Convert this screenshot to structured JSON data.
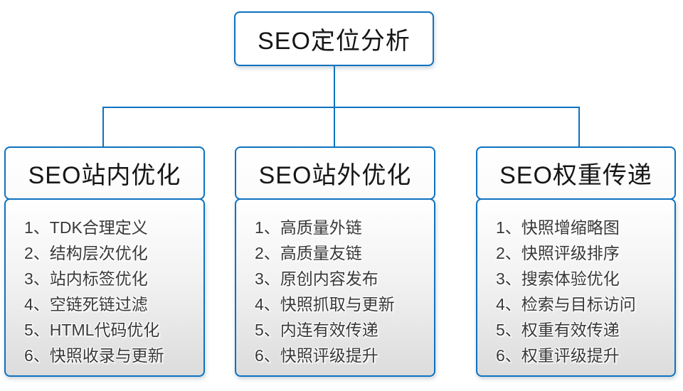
{
  "root": {
    "title": "SEO定位分析"
  },
  "columns": [
    {
      "title": "SEO站内优化",
      "items": [
        "1、TDK合理定义",
        "2、结构层次优化",
        "3、站内标签优化",
        "4、空链死链过滤",
        "5、HTML代码优化",
        "6、快照收录与更新"
      ]
    },
    {
      "title": "SEO站外优化",
      "items": [
        "1、高质量外链",
        "2、高质量友链",
        "3、原创内容发布",
        "4、快照抓取与更新",
        "5、内连有效传递",
        "6、快照评级提升"
      ]
    },
    {
      "title": "SEO权重传递",
      "items": [
        "1、快照增缩略图",
        "2、快照评级排序",
        "3、搜索体验优化",
        "4、检索与目标访问",
        "5、权重有效传递",
        "6、权重评级提升"
      ]
    }
  ],
  "colors": {
    "connector_blue": "#0d72c0",
    "panel_gradient_bottom": "#dcdcdc",
    "item_text": "#383838"
  }
}
